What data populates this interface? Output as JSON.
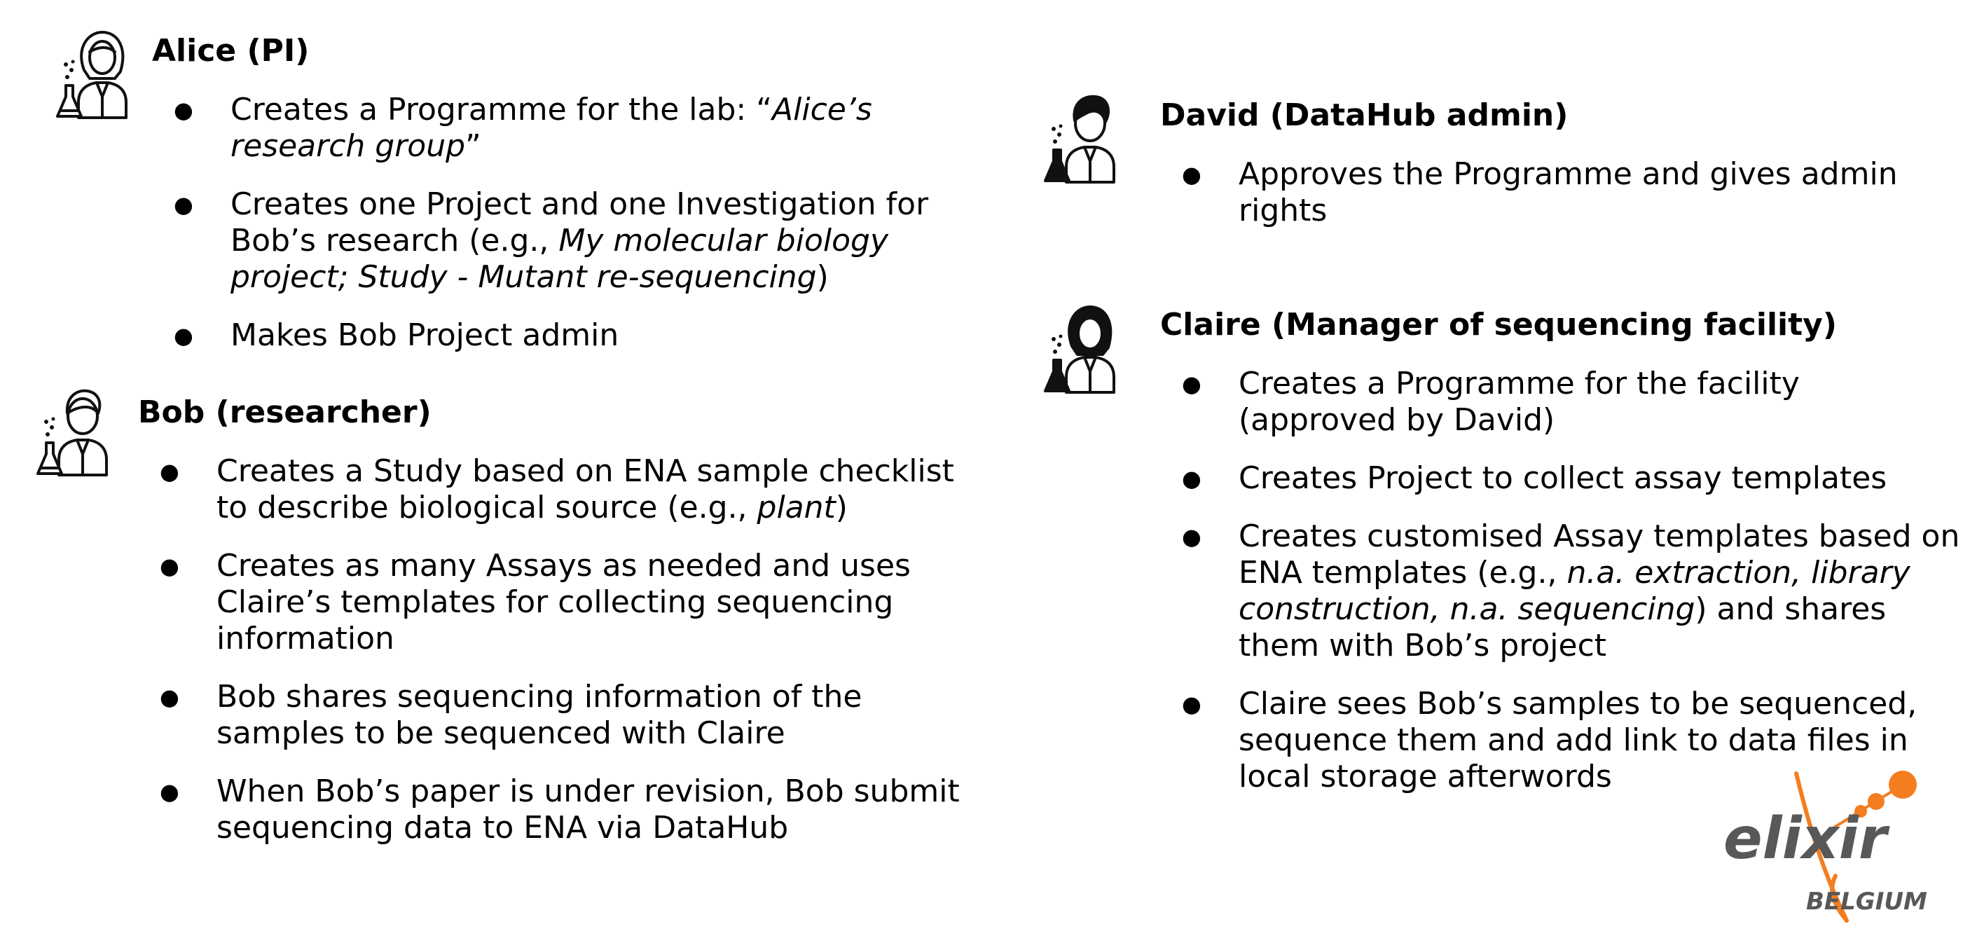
{
  "alice": {
    "name": "Alice (PI)",
    "items": [
      {
        "t1": "Creates a Programme for the lab: “",
        "t2": "Alice’s research group",
        "t3": "”"
      },
      {
        "t1": "Creates one Project and one Investigation for Bob’s research (e.g., ",
        "t2": "My molecular biology project; Study - Mutant re-sequencing",
        "t3": ")"
      },
      {
        "t1": "Makes Bob Project admin",
        "t2": "",
        "t3": ""
      }
    ]
  },
  "bob": {
    "name": "Bob (researcher)",
    "items": [
      {
        "t1": "Creates a Study based on ENA sample checklist to describe biological source (e.g., ",
        "t2": "plant",
        "t3": ")"
      },
      {
        "t1": "Creates as many Assays as needed and uses Claire’s templates for collecting sequencing information",
        "t2": "",
        "t3": ""
      },
      {
        "t1": "Bob shares sequencing information of the samples to be sequenced with Claire",
        "t2": "",
        "t3": ""
      },
      {
        "t1": "When Bob’s paper is under revision, Bob submit sequencing data to ENA via DataHub",
        "t2": "",
        "t3": ""
      }
    ]
  },
  "david": {
    "name": "David (DataHub admin)",
    "items": [
      {
        "t1": "Approves the Programme and gives admin rights",
        "t2": "",
        "t3": ""
      }
    ]
  },
  "claire": {
    "name": "Claire (Manager of sequencing facility)",
    "items": [
      {
        "t1": "Creates a Programme for the facility (approved by David)",
        "t2": "",
        "t3": ""
      },
      {
        "t1": "Creates Project to collect assay templates",
        "t2": "",
        "t3": ""
      },
      {
        "t1": "Creates customised Assay templates based on ENA templates (e.g., ",
        "t2": "n.a. extraction, library construction, n.a. sequencing",
        "t3": ") and shares them with Bob’s project"
      },
      {
        "t1": "Claire sees Bob’s samples to be sequenced, sequence them and add link to data files in local storage afterwords",
        "t2": "",
        "t3": ""
      }
    ]
  },
  "logo": {
    "word": "elixir",
    "sub": "BELGIUM",
    "accent_color": "#f47d20",
    "gray_color": "#585858"
  },
  "icons": {
    "female_scientist": "female-scientist-icon",
    "male_scientist": "male-scientist-icon"
  }
}
